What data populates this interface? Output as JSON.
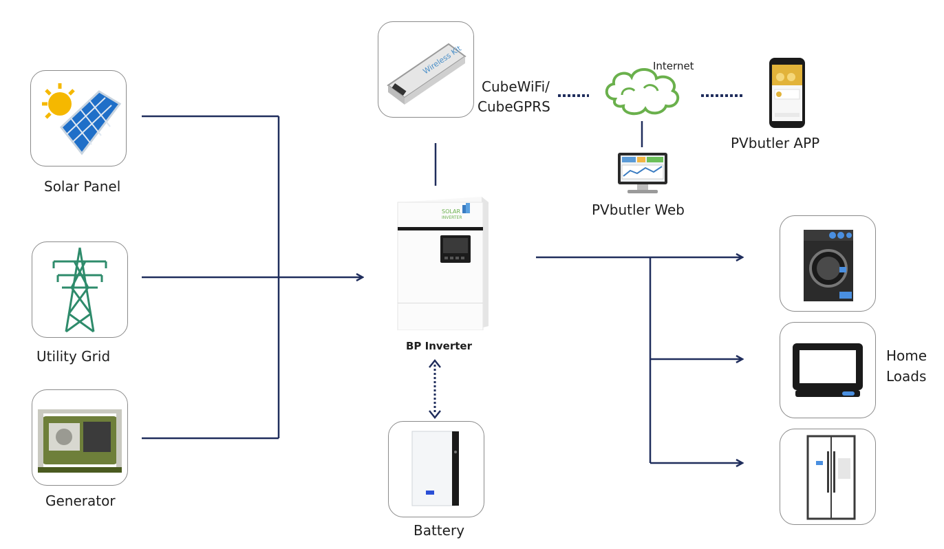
{
  "sources": {
    "solar_panel": "Solar Panel",
    "utility_grid": "Utility Grid",
    "generator": "Generator"
  },
  "inverter": {
    "label": "BP Inverter",
    "brand_line1": "SOLAR",
    "brand_line2": "INVERTER"
  },
  "battery": {
    "label": "Battery"
  },
  "comm": {
    "module_label_line1": "CubeWiFi/",
    "module_label_line2": "CubeGPRS",
    "module_text": "Wireless Kit",
    "internet": "Internet",
    "web": "PVbutler Web",
    "app": "PVbutler APP"
  },
  "loads": {
    "label_line1": "Home",
    "label_line2": "Loads"
  },
  "colors": {
    "line": "#1f2d5c",
    "cloud": "#6ab04c",
    "tower": "#2e8b6b"
  }
}
